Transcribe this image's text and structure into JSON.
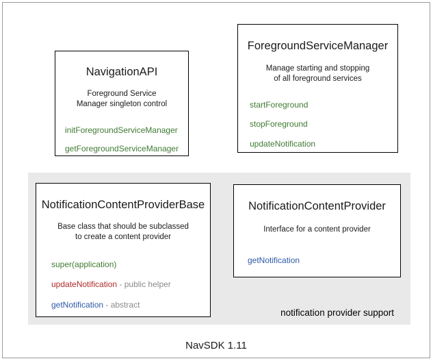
{
  "diagram": {
    "footer_caption": "NavSDK 1.11",
    "group": {
      "label": "notification provider support"
    },
    "boxes": [
      {
        "id": "navigation-api",
        "title": "NavigationAPI",
        "description": "Foreground Service\nManager singleton control",
        "description_lines": [
          "Foreground Service",
          "Manager singleton control"
        ],
        "members": [
          {
            "name": "initForegroundServiceManager",
            "color": "green",
            "note": ""
          },
          {
            "name": "getForegroundServiceManager",
            "color": "green",
            "note": ""
          }
        ]
      },
      {
        "id": "foreground-service-manager",
        "title": "ForegroundServiceManager",
        "description": "Manage starting and stopping\nof all foreground services",
        "description_lines": [
          "Manage starting and stopping",
          "of all foreground services"
        ],
        "members": [
          {
            "name": "startForeground",
            "color": "green",
            "note": ""
          },
          {
            "name": "stopForeground",
            "color": "green",
            "note": ""
          },
          {
            "name": "updateNotification",
            "color": "green",
            "note": ""
          }
        ]
      },
      {
        "id": "notification-content-provider-base",
        "title": "NotificationContentProviderBase",
        "description": "Base class that should be subclassed\nto create a content provider",
        "description_lines": [
          "Base class that should be subclassed",
          "to create a content provider"
        ],
        "members": [
          {
            "name": "super(application)",
            "color": "green",
            "note": ""
          },
          {
            "name": "updateNotification",
            "color": "red",
            "note": " - public helper"
          },
          {
            "name": "getNotification",
            "color": "blue",
            "note": " - abstract"
          }
        ]
      },
      {
        "id": "notification-content-provider",
        "title": "NotificationContentProvider",
        "description": "Interface for a content provider",
        "description_lines": [
          "Interface for a content provider"
        ],
        "members": [
          {
            "name": "getNotification",
            "color": "blue",
            "note": ""
          }
        ]
      }
    ],
    "colors": {
      "green": "#3f7a32",
      "red": "#b02b2b",
      "blue": "#2d5aa8",
      "note_gray": "#8a8a8a",
      "group_background": "#e9e9e9",
      "box_border": "#000000",
      "frame_border": "#9a9a9a",
      "page_background": "#ffffff"
    }
  }
}
